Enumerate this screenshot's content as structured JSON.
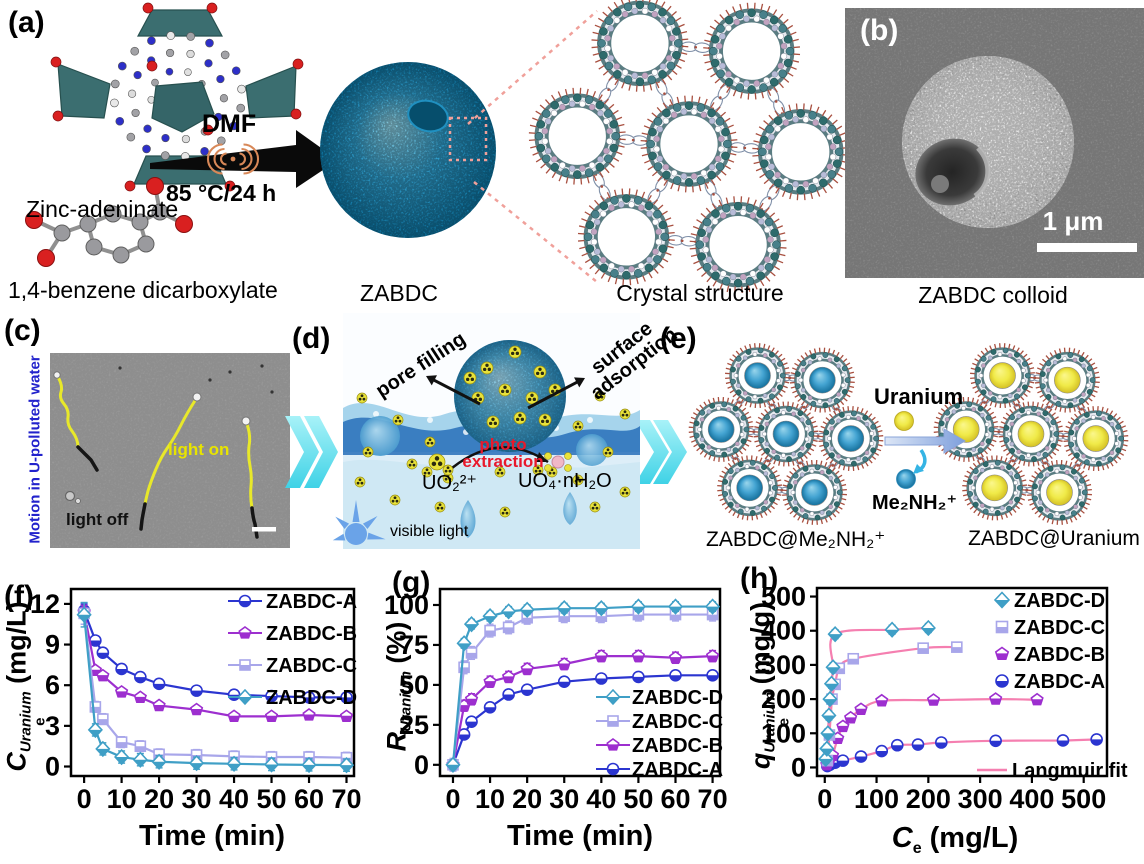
{
  "colors": {
    "seriesA": "#2b35d0",
    "seriesB": "#9d2fcf",
    "seriesC": "#a8a6ea",
    "seriesD": "#3f9fc6",
    "langmuir": "#f57fb0",
    "chevron": "#7de8f1",
    "c_label_blue": "#2222cc",
    "photo_red": "#e8192c",
    "track_yellow": "#ecec2c",
    "uranium_yellow": "#f2ee55",
    "cation_blue": "#3fb3e8",
    "dashed_pink": "#f0a09a",
    "teal_poly": "#3b6e70",
    "atom_blue": "#2d2fc8",
    "atom_gray": "#a2a2a6",
    "atom_red": "#d92020",
    "sem_bg": "#8c8c8c",
    "micro_bg": "#9b9b9b",
    "sphere_blue": "#1b93c8"
  },
  "panels": {
    "a": {
      "label": "(a)",
      "reactant1": "Zinc-adeninate",
      "reactant2": "1,4-benzene dicarboxylate",
      "arrow_top": "DMF",
      "arrow_bottom": "85 °C/24 h",
      "product": "ZABDC",
      "crystal": "Crystal structure"
    },
    "b": {
      "label": "(b)",
      "scalebar": "1 μm",
      "caption": "ZABDC colloid"
    },
    "c": {
      "label": "(c)",
      "side_label": "Motion in U-polluted water",
      "light_on": "light on",
      "light_off": "light off"
    },
    "d": {
      "label": "(d)",
      "pore": "pore filling",
      "surface": "surface adsorption",
      "photo": "photo extraction",
      "species_left": "UO₂²⁺",
      "species_right": "UO₄·nH₂O",
      "light": "visible light"
    },
    "e": {
      "label": "(e)",
      "cation": "Uranium",
      "released": "Me₂NH₂⁺",
      "left_caption": "ZABDC@Me₂NH₂⁺",
      "right_caption": "ZABDC@Uranium"
    }
  },
  "chart_data": [
    {
      "id": "f",
      "type": "line",
      "panel_label": "(f)",
      "xlabel": [
        {
          "t": "Time (min)"
        }
      ],
      "ylabel": [
        {
          "t": "C",
          "i": 1
        },
        {
          "stack": [
            "Uranium",
            "e"
          ]
        },
        {
          "t": " (mg/L)"
        }
      ],
      "xticks": [
        0,
        10,
        20,
        30,
        40,
        50,
        60,
        70
      ],
      "yticks": [
        0,
        3,
        6,
        9,
        12
      ],
      "xlim": [
        -3.5,
        72
      ],
      "ylim": [
        -0.7,
        13.1
      ],
      "x": [
        0,
        3,
        5,
        10,
        15,
        20,
        30,
        40,
        50,
        60,
        70
      ],
      "series": [
        {
          "name": "ZABDC-A",
          "color": "seriesA",
          "marker": "circle",
          "values": [
            11.5,
            9.3,
            8.4,
            7.2,
            6.6,
            6.1,
            5.6,
            5.3,
            5.2,
            5.1,
            5.1
          ],
          "err": 0.25
        },
        {
          "name": "ZABDC-B",
          "color": "seriesB",
          "marker": "pentagon",
          "values": [
            11.4,
            7.1,
            6.7,
            5.5,
            5.1,
            4.5,
            4.2,
            3.7,
            3.7,
            3.8,
            3.7
          ],
          "err": 0.25
        },
        {
          "name": "ZABDC-C",
          "color": "seriesC",
          "marker": "square",
          "values": [
            11.3,
            4.4,
            3.5,
            1.8,
            1.5,
            0.9,
            0.85,
            0.75,
            0.7,
            0.7,
            0.65
          ],
          "err": 0.4
        },
        {
          "name": "ZABDC-D",
          "color": "seriesD",
          "marker": "diamond",
          "values": [
            11.2,
            2.7,
            1.3,
            0.7,
            0.5,
            0.35,
            0.25,
            0.2,
            0.15,
            0.12,
            0.1
          ],
          "err": 0.45
        }
      ],
      "legend_reverse": false
    },
    {
      "id": "g",
      "type": "line",
      "panel_label": "(g)",
      "xlabel": [
        {
          "t": "Time (min)"
        }
      ],
      "ylabel": [
        {
          "t": "R",
          "i": 1
        },
        {
          "stack": [
            "Uranium",
            ""
          ]
        },
        {
          "t": " (%)"
        }
      ],
      "xticks": [
        0,
        10,
        20,
        30,
        40,
        50,
        60,
        70
      ],
      "yticks": [
        0,
        25,
        50,
        75,
        100
      ],
      "xlim": [
        -3.5,
        72
      ],
      "ylim": [
        -7,
        110
      ],
      "x": [
        0,
        3,
        5,
        10,
        15,
        20,
        30,
        40,
        50,
        60,
        70
      ],
      "series": [
        {
          "name": "ZABDC-A",
          "color": "seriesA",
          "marker": "circle",
          "values": [
            0,
            19,
            27,
            36,
            44,
            47,
            52,
            54,
            55,
            56,
            56
          ],
          "err": 2.5
        },
        {
          "name": "ZABDC-B",
          "color": "seriesB",
          "marker": "pentagon",
          "values": [
            0,
            37,
            41,
            52,
            55,
            60,
            63,
            68,
            68,
            67,
            68
          ],
          "err": 3.5
        },
        {
          "name": "ZABDC-C",
          "color": "seriesC",
          "marker": "square",
          "values": [
            0,
            61,
            70,
            84,
            86,
            92,
            93,
            93,
            94,
            94,
            94
          ],
          "err": 4
        },
        {
          "name": "ZABDC-D",
          "color": "seriesD",
          "marker": "diamond",
          "values": [
            0,
            76,
            88,
            93,
            96,
            97,
            98,
            98,
            99,
            99,
            99
          ],
          "err": 3
        }
      ],
      "legend_reverse": true
    },
    {
      "id": "h",
      "type": "scatter",
      "panel_label": "(h)",
      "xlabel": [
        {
          "t": "C",
          "i": 1
        },
        {
          "t": "e",
          "sub": 1
        },
        {
          "t": " (mg/L)"
        }
      ],
      "ylabel": [
        {
          "t": "q",
          "i": 1
        },
        {
          "stack": [
            "Uranium",
            "e"
          ]
        },
        {
          "t": " (mg/g)"
        }
      ],
      "xticks": [
        0,
        100,
        200,
        300,
        400,
        500
      ],
      "yticks": [
        0,
        100,
        200,
        300,
        400,
        500
      ],
      "xlim": [
        -15,
        545
      ],
      "ylim": [
        -25,
        525
      ],
      "series": [
        {
          "name": "ZABDC-A",
          "color": "seriesA",
          "marker": "circle",
          "x": [
            5,
            10,
            20,
            35,
            70,
            110,
            140,
            180,
            225,
            330,
            460,
            525
          ],
          "y": [
            4,
            8,
            14,
            20,
            32,
            48,
            65,
            67,
            73,
            78,
            79,
            82
          ],
          "err": 5
        },
        {
          "name": "ZABDC-B",
          "color": "seriesB",
          "marker": "pentagon",
          "x": [
            4,
            8,
            15,
            25,
            35,
            50,
            70,
            110,
            210,
            330,
            410
          ],
          "y": [
            8,
            18,
            35,
            85,
            120,
            145,
            170,
            195,
            197,
            200,
            198
          ],
          "err": 7
        },
        {
          "name": "ZABDC-C",
          "color": "seriesC",
          "marker": "square",
          "x": [
            5,
            9,
            14,
            20,
            28,
            55,
            190,
            255
          ],
          "y": [
            20,
            95,
            200,
            243,
            290,
            318,
            349,
            352
          ],
          "err": 12
        },
        {
          "name": "ZABDC-D",
          "color": "seriesD",
          "marker": "diamond",
          "x": [
            2,
            4,
            6,
            8,
            10,
            13,
            16,
            20,
            130,
            200
          ],
          "y": [
            25,
            55,
            100,
            152,
            200,
            245,
            293,
            390,
            403,
            408
          ],
          "err": 13
        }
      ],
      "fit_label": "Langmuir fit",
      "legend_reverse": true
    }
  ]
}
